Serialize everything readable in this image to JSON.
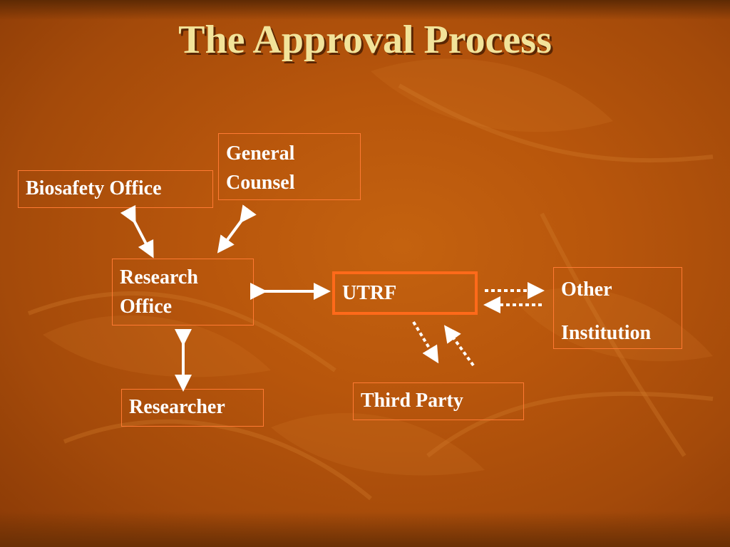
{
  "slide": {
    "title": "The Approval Process"
  },
  "diagram": {
    "nodes": {
      "general_counsel": {
        "line1": "General",
        "line2": "Counsel"
      },
      "biosafety_office": {
        "line1": "Biosafety Office"
      },
      "research_office": {
        "line1": "Research",
        "line2": "Office"
      },
      "utrf": {
        "line1": "UTRF"
      },
      "other_institution": {
        "line1": "Other",
        "line2": "Institution"
      },
      "researcher": {
        "line1": "Researcher"
      },
      "third_party": {
        "line1": "Third Party"
      }
    },
    "colors": {
      "title": "#f2e39a",
      "box_border": "#ff7a33",
      "utrf_border": "#ff6a1a",
      "text": "#ffffff",
      "arrow": "#ffffff"
    }
  }
}
